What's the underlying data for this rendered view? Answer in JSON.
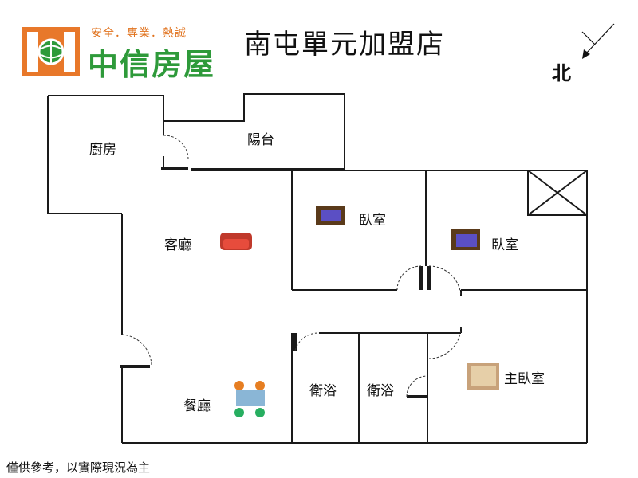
{
  "header": {
    "slogan": "安全．專業．熱誠",
    "brand": "中信房屋",
    "store": "南屯單元加盟店"
  },
  "compass": {
    "north": "北"
  },
  "rooms": {
    "kitchen": "廚房",
    "balcony": "陽台",
    "living": "客廳",
    "bedroom1": "臥室",
    "bedroom2": "臥室",
    "bath1": "衛浴",
    "bath2": "衛浴",
    "master": "主臥室",
    "dining": "餐廳"
  },
  "footer": {
    "disclaimer": "僅供參考，以實際現況為主"
  },
  "colors": {
    "brand_orange": "#e0701a",
    "brand_green": "#2e9a3a",
    "wall": "#1a1a1a"
  }
}
